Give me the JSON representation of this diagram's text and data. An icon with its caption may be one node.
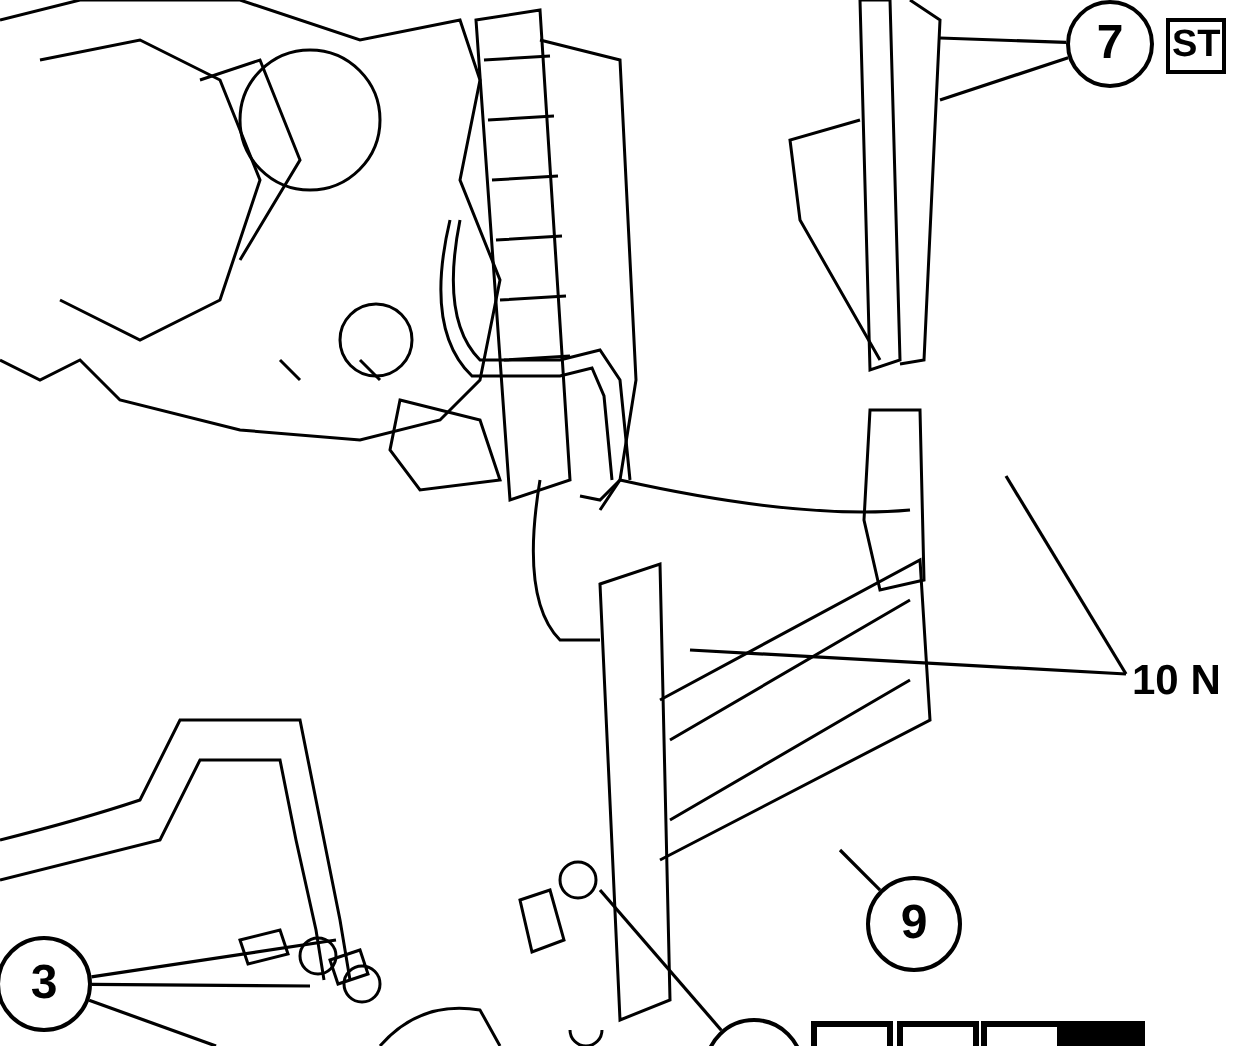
{
  "diagram": {
    "nodes": [
      {
        "text": [
          "7"
        ]
      },
      {
        "text": [
          "10 N"
        ]
      },
      {
        "text": [
          "9"
        ]
      },
      {
        "text": [
          "3"
        ]
      },
      {
        "text": [],
        "shape": "circle"
      }
    ],
    "edges": [
      {
        "from": 0,
        "to": null,
        "arrow": "none"
      },
      {
        "from": 0,
        "to": null,
        "arrow": "none"
      },
      {
        "from": 1,
        "to": null,
        "arrow": "none"
      },
      {
        "from": 1,
        "to": null,
        "arrow": "none"
      },
      {
        "from": 2,
        "to": null,
        "arrow": "none"
      },
      {
        "from": 3,
        "to": null,
        "arrow": "none"
      },
      {
        "from": 3,
        "to": null,
        "arrow": "none"
      },
      {
        "from": 3,
        "to": null,
        "arrow": "none"
      },
      {
        "from": 4,
        "to": null,
        "arrow": "none"
      }
    ],
    "labels": [
      "ST"
    ]
  }
}
